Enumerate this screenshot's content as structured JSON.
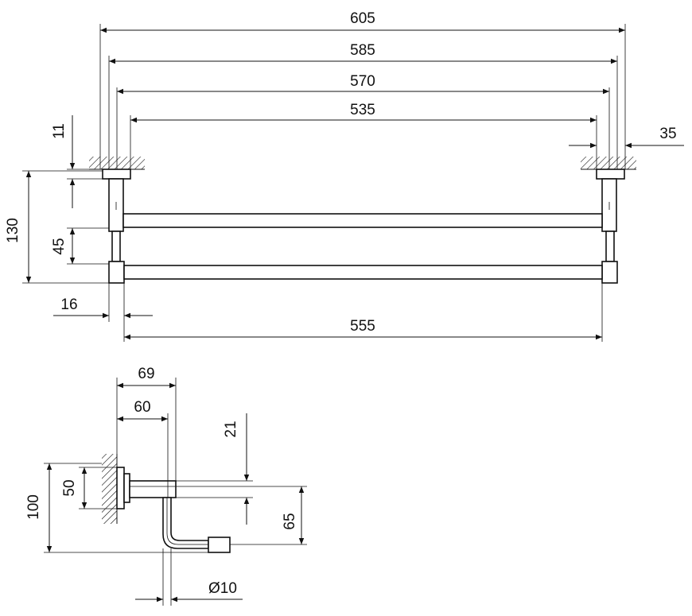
{
  "dimensions": {
    "top_overall_605": "605",
    "top_585": "585",
    "top_570": "570",
    "top_535": "535",
    "right_35": "35",
    "left_11": "11",
    "left_130": "130",
    "left_45": "45",
    "bottom_16": "16",
    "bottom_555": "555",
    "side_69": "69",
    "side_60": "60",
    "side_21": "21",
    "side_50": "50",
    "side_100": "100",
    "side_65": "65",
    "side_diameter_10": "Ø10"
  }
}
